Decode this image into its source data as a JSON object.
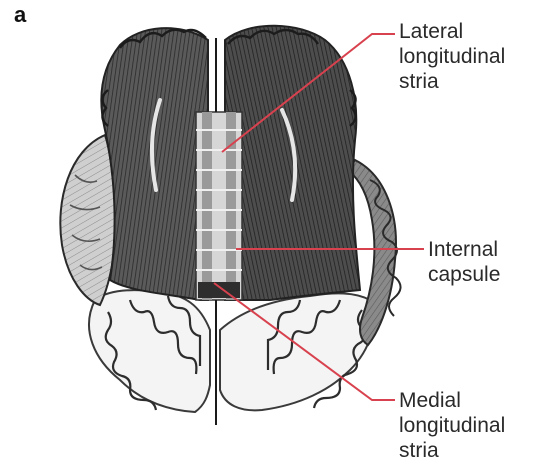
{
  "panel_label": "a",
  "labels": {
    "lateral_longitudinal_stria": "Lateral\nlongitudinal\nstria",
    "internal_capsule": "Internal\ncapsule",
    "medial_longitudinal_stria": "Medial\nlongitudinal\nstria"
  },
  "colors": {
    "leader_line": "#d8424e",
    "tissue_dark": "#3a3a3a",
    "tissue_mid": "#6b6b6b",
    "tissue_light": "#c9c9c9",
    "background": "#ffffff"
  }
}
